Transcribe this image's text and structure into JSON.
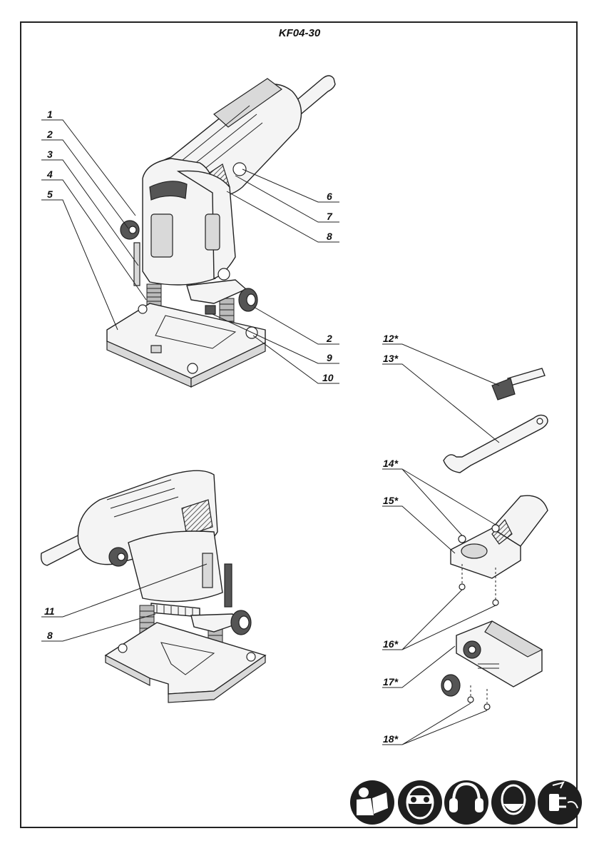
{
  "title": "KF04-30",
  "callouts_top": [
    "1",
    "2",
    "3",
    "4",
    "5",
    "6",
    "7",
    "8",
    "2",
    "9",
    "10"
  ],
  "callouts_bottom": [
    "11",
    "8"
  ],
  "callouts_accessories": [
    "12*",
    "13*",
    "14*",
    "15*",
    "16*",
    "17*",
    "18*"
  ],
  "safety_icons": [
    "read-manual-icon",
    "safety-goggles-icon",
    "ear-protection-icon",
    "dust-mask-icon",
    "unplug-icon"
  ]
}
